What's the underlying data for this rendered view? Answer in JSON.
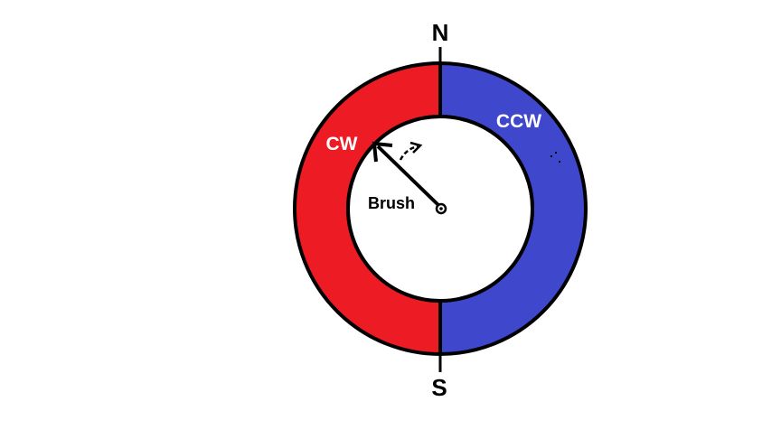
{
  "labels": {
    "north": "N",
    "south": "S",
    "cw": "CW",
    "ccw": "CCW",
    "brush": "Brush"
  },
  "colors": {
    "cw_half": "#ed1c24",
    "ccw_half": "#3f48cc",
    "outline": "#000000",
    "inner": "#ffffff",
    "label_light": "#ffffff"
  },
  "icons": {
    "rotation_indicator": "curved-arrow-icon",
    "brush_pointer": "arrow-icon",
    "pivot": "pivot-icon"
  }
}
